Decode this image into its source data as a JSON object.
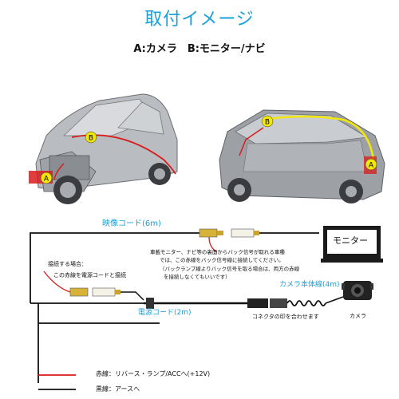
{
  "header": {
    "title": "取付イメージ",
    "subtitle": "A:カメラ　B:モニター/ナビ"
  },
  "cars": {
    "left_badge_a": "A",
    "left_badge_b": "B",
    "right_badge_a": "A",
    "right_badge_b": "B"
  },
  "wiring": {
    "video_cord": "映像コード(6m)",
    "monitor": "モニター",
    "note_line1": "車載モニター、ナビ等の裏面からバック信号が取れる車種",
    "note_line2": "では、この赤線をバック信号線に接続してください。",
    "note_line3": "（バックランプ線よりバック信号を取る場合は、両方の赤線",
    "note_line4": "を接続しなくてもいいです）",
    "connect_line1": "接続する場合：",
    "connect_line2": "この赤線を電源コードと接続",
    "camera_cable": "カメラ本体線(4m)",
    "connector_note": "コネクタの印を合わせます",
    "camera": "カメラ",
    "power_cord": "電源コード(2m)",
    "red_wire": "赤線：リバース・ランプ/ACCへ(+12V)",
    "black_wire": "黒線：アースへ"
  },
  "colors": {
    "accent": "#1aa0d8",
    "red": "#d81c1c",
    "badge_yellow": "#f2e60a"
  }
}
